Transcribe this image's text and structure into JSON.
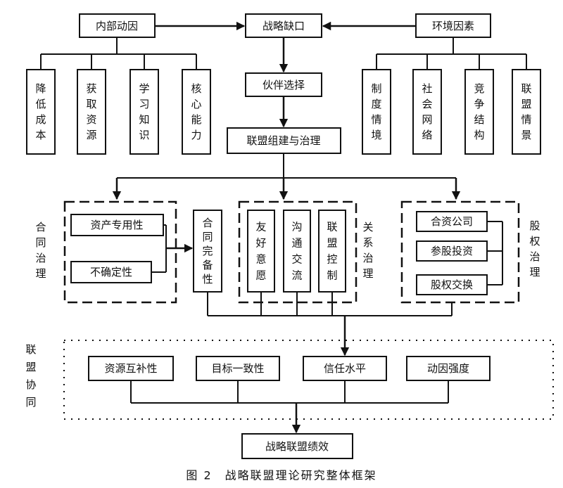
{
  "nodes": {
    "internal": "内部动因",
    "gap": "战略缺口",
    "environment": "环境因素",
    "partner": "伙伴选择",
    "alliance": "联盟组建与治理",
    "performance": "战略联盟绩效"
  },
  "internal_children": [
    "降低成本",
    "获取资源",
    "学习知识",
    "核心能力"
  ],
  "environment_children": [
    "制度情境",
    "社会网络",
    "竞争结构",
    "联盟情景"
  ],
  "contract": {
    "label": "合同治理",
    "items": [
      "资产专用性",
      "不确定性"
    ],
    "completeness": "合同完备性"
  },
  "relation": {
    "label": "关系治理",
    "items": [
      "友好意愿",
      "沟通交流",
      "联盟控制"
    ]
  },
  "equity": {
    "label": "股权治理",
    "items": [
      "合资公司",
      "参股投资",
      "股权交换"
    ]
  },
  "synergy": {
    "label": "联盟协同",
    "items": [
      "资源互补性",
      "目标一致性",
      "信任水平",
      "动因强度"
    ]
  },
  "caption": "图 2　战略联盟理论研究整体框架"
}
